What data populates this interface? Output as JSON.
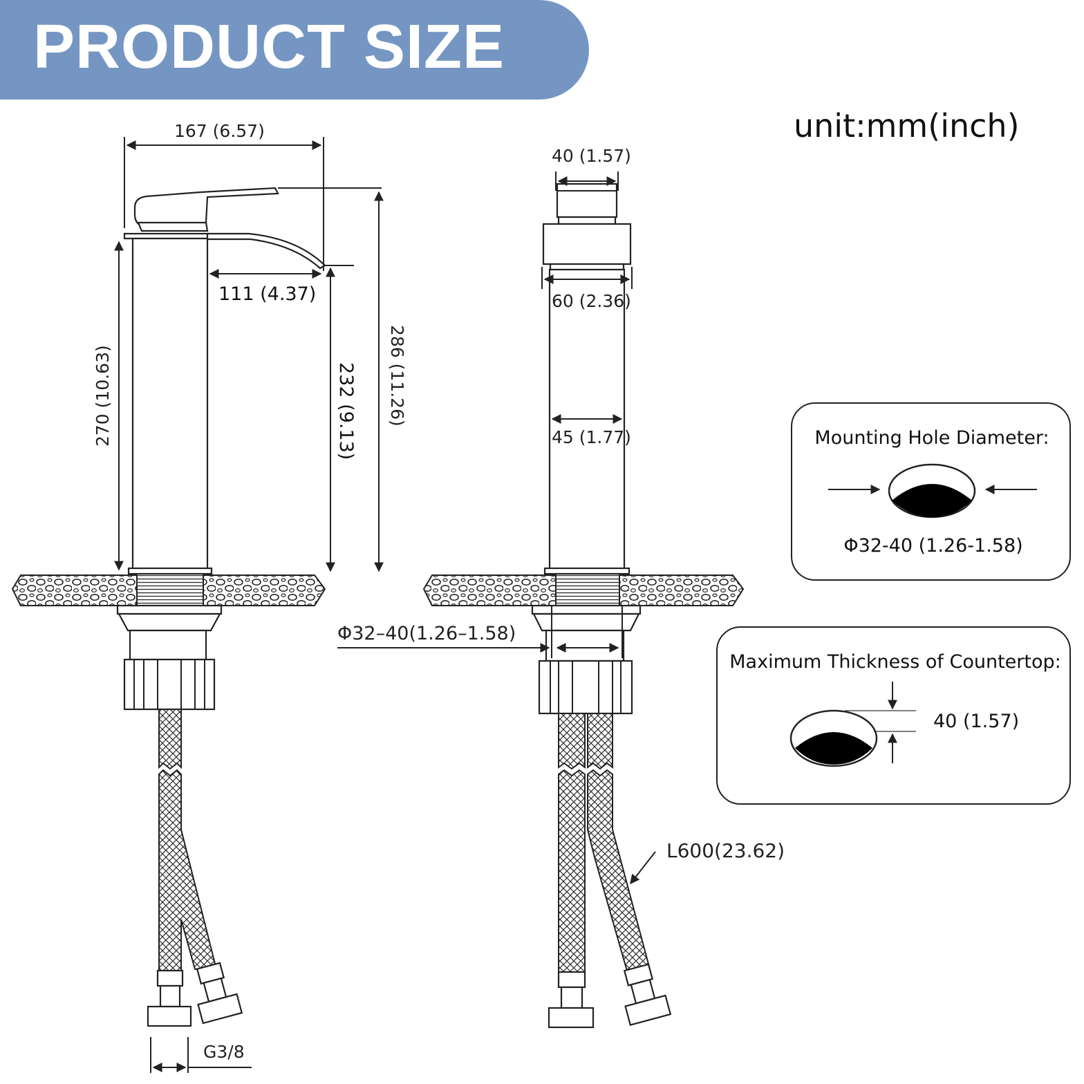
{
  "banner": {
    "title": "PRODUCT SIZE",
    "color": "#7596c3"
  },
  "unit_label": "unit:mm(inch)",
  "side_view": {
    "overall_width": "167 (6.57)",
    "spout_reach": "111 (4.37)",
    "body_height": "270 (10.63)",
    "spout_height": "232 (9.13)",
    "total_height": "286 (11.26)",
    "connector": "G3/8"
  },
  "front_view": {
    "handle_width": "40 (1.57)",
    "base_width": "60 (2.36)",
    "body_width": "45 (1.77)",
    "hole_diameter": "Φ32–40(1.26–1.58)",
    "hose_length": "L600(23.62)"
  },
  "mounting_hole_box": {
    "title": "Mounting Hole Diameter:",
    "value": "Φ32-40 (1.26-1.58)"
  },
  "countertop_box": {
    "title": "Maximum Thickness of Countertop:",
    "value": "40 (1.57)"
  }
}
